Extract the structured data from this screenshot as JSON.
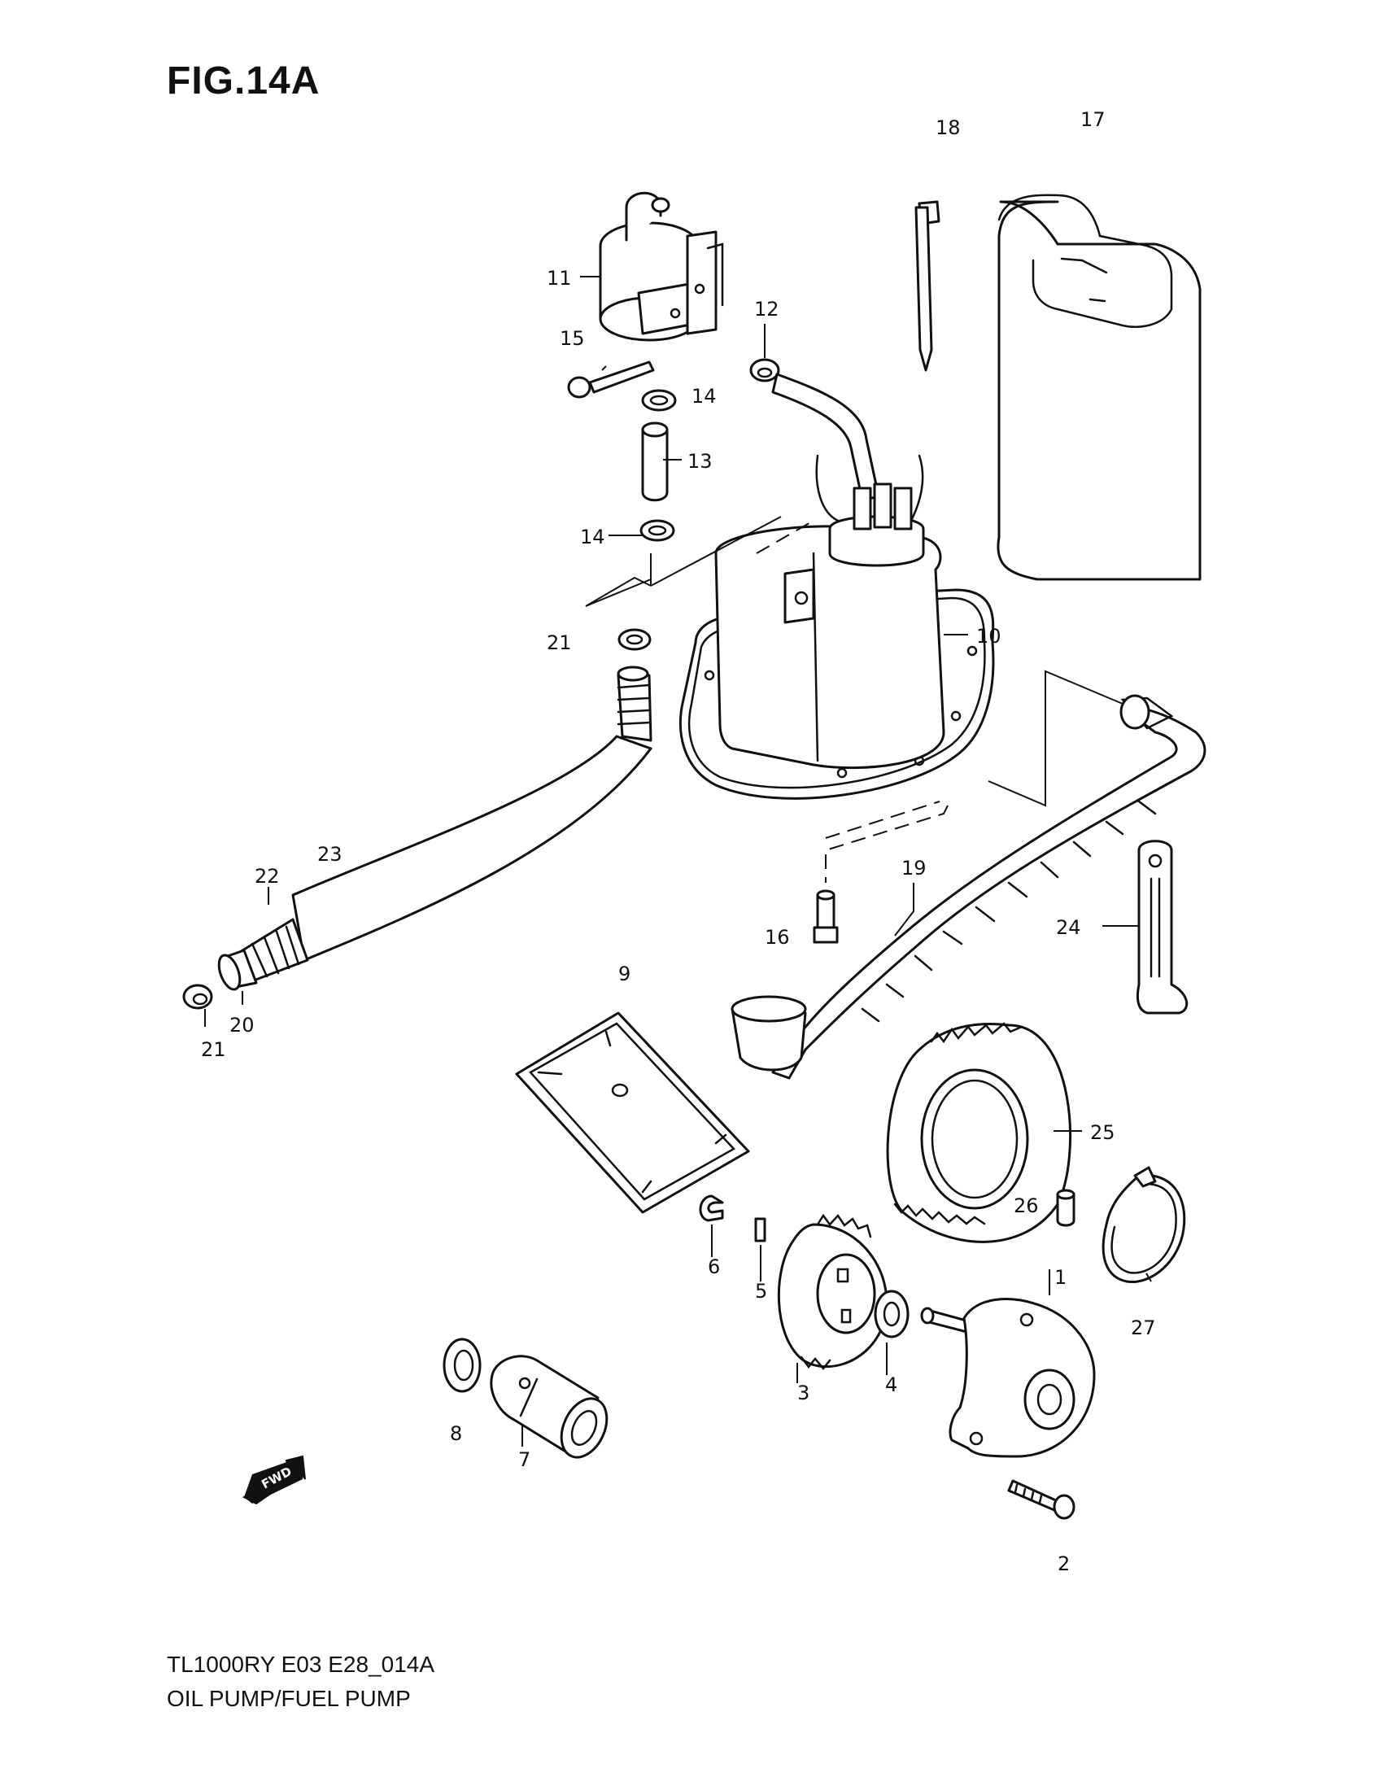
{
  "title": "FIG.14A",
  "footer": {
    "code": "TL1000RY E03 E28_014A",
    "name": "OIL PUMP/FUEL PUMP"
  },
  "fwd_label": "FWD",
  "callouts": [
    "1",
    "2",
    "3",
    "4",
    "5",
    "6",
    "7",
    "8",
    "9",
    "10",
    "11",
    "12",
    "13",
    "14",
    "14",
    "15",
    "16",
    "17",
    "18",
    "19",
    "20",
    "21",
    "21",
    "22",
    "23",
    "24",
    "25",
    "26",
    "27"
  ]
}
